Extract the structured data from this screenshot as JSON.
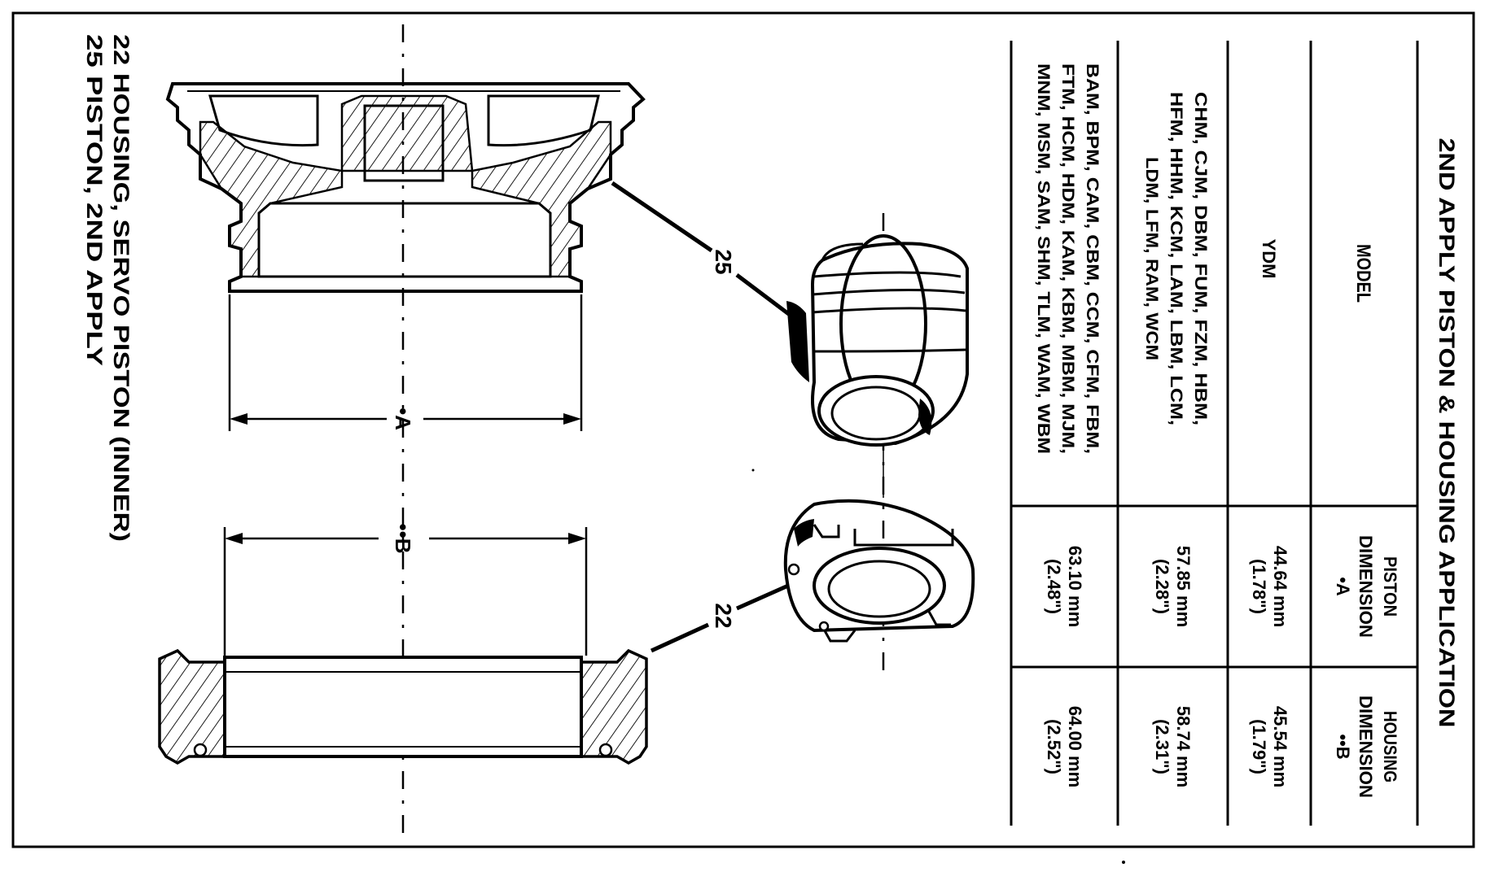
{
  "table": {
    "title": "2ND APPLY PISTON & HOUSING APPLICATION",
    "headers": {
      "model": "MODEL",
      "piston": [
        "PISTON",
        "DIMENSION",
        "•A"
      ],
      "housing": [
        "HOUSING",
        "DIMENSION",
        "••B"
      ]
    },
    "rows": [
      {
        "model": [
          "YDM"
        ],
        "piston": [
          "44.64 mm",
          "(1.78\")"
        ],
        "housing": [
          "45.54 mm",
          "(1.79\")"
        ]
      },
      {
        "model": [
          "CHM, CJM, DBM, FUM, FZM, HBM,",
          "HFM, HHM, KCM, LAM, LBM, LCM,",
          "LDM, LFM, RAM, WCM"
        ],
        "piston": [
          "57.85 mm",
          "(2.28\")"
        ],
        "housing": [
          "58.74 mm",
          "(2.31\")"
        ]
      },
      {
        "model": [
          "BAM, BPM, CAM, CBM, CCM, CFM, FBM,",
          "FTM, HCM, HDM, KAM, KBM, MBM, MJM,",
          "MNM, MSM, SAM, SHM, TLM, WAM, WBM"
        ],
        "piston": [
          "63.10 mm",
          "(2.48\")"
        ],
        "housing": [
          "64.00 mm",
          "(2.52\")"
        ]
      }
    ]
  },
  "callouts": {
    "piston_number": "25",
    "housing_number": "22",
    "dim_a": "•A",
    "dim_b": "••B"
  },
  "legend": [
    "22  HOUSING, SERVO PISTON (INNER)",
    "25  PISTON, 2ND APPLY"
  ]
}
